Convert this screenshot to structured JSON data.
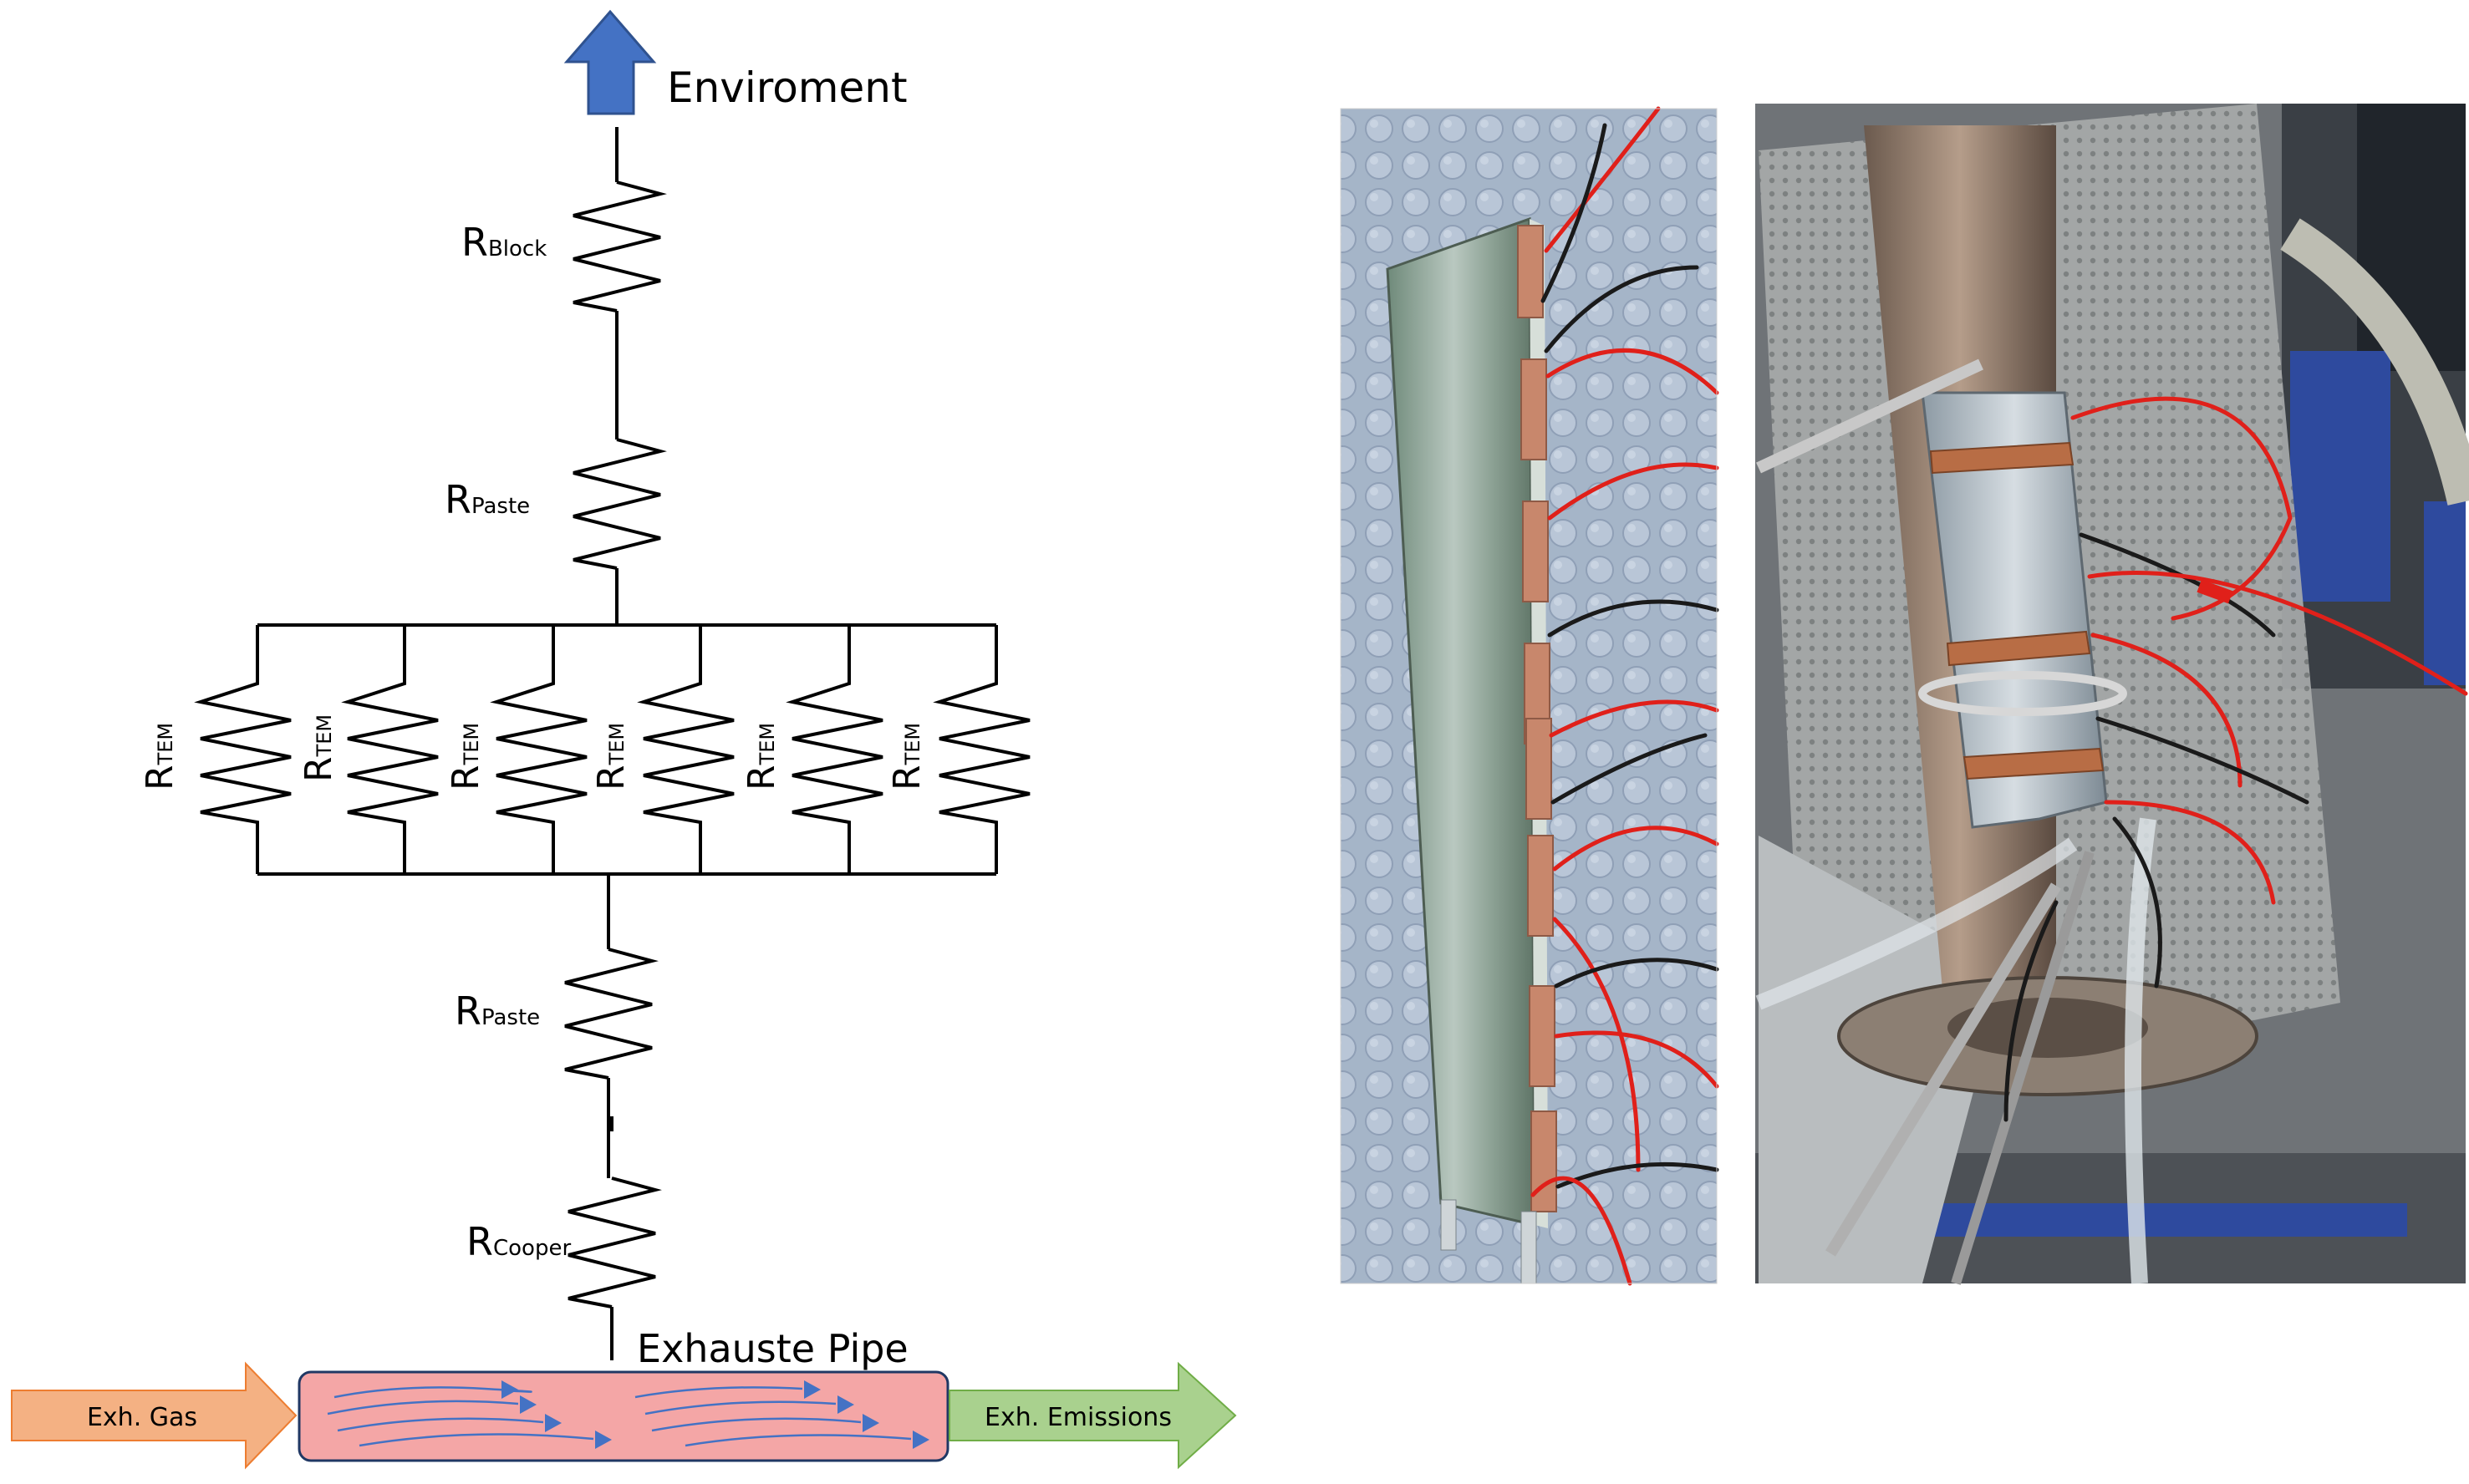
{
  "diagram": {
    "top_label": "Enviroment",
    "pipe_label": "Exhauste Pipe",
    "resistor_symbol": "R",
    "subscripts": {
      "block": "Block",
      "paste_top": "Paste",
      "tem": "TEM",
      "paste_bottom": "Paste",
      "copper": "Cooper"
    },
    "flow": {
      "inlet": "Exh. Gas",
      "outlet": "Exh. Emissions"
    },
    "colors": {
      "heat_arrow": "#4472C4",
      "pipe_fill": "#F4A6A6",
      "inlet_arrow": "#F4B183",
      "outlet_arrow": "#A9D18E",
      "flow_lines": "#4472C4"
    }
  },
  "photos": {
    "left_description_icon": "teg-module-photo",
    "right_description_icon": "test-bench-photo",
    "colors": {
      "bubble_wrap": "#aab8cc",
      "aluminium": "#9fb0a8",
      "copper": "#c8876c",
      "red_wire": "#e0201a",
      "black_wire": "#1a1a1a"
    }
  }
}
